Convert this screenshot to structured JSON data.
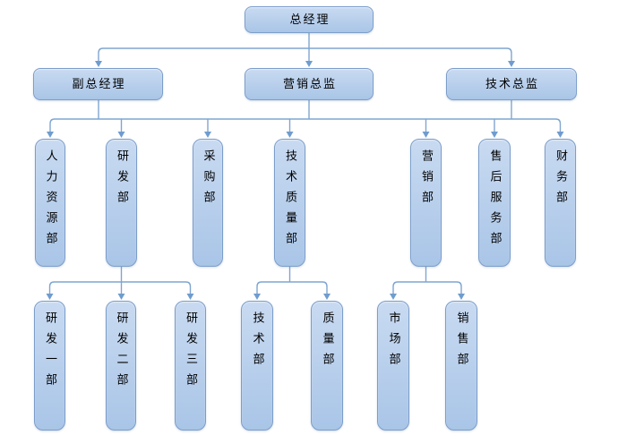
{
  "diagram": {
    "type": "org-chart",
    "background": "#ffffff",
    "colors": {
      "node_fill_top": "#c8daf1",
      "node_fill_bottom": "#a9c5e7",
      "node_border": "#7b9dca",
      "connector": "#7fa5d0",
      "arrow": "#6f9ccf",
      "text": "#000000"
    }
  },
  "nodes": {
    "general_manager": "总经理",
    "deputy_general_manager": "副总经理",
    "marketing_director": "营销总监",
    "technical_director": "技术总监",
    "hr_department": "人力资源部",
    "rd_department": "研发部",
    "purchasing_department": "采购部",
    "tech_quality_department": "技术质量部",
    "marketing_department": "营销部",
    "after_sales_department": "售后服务部",
    "finance_department": "财务部",
    "rd_dept_1": "研发一部",
    "rd_dept_2": "研发二部",
    "rd_dept_3": "研发三部",
    "technical_department": "技术部",
    "quality_department": "质量部",
    "market_department": "市场部",
    "sales_department": "销售部"
  },
  "connections": [
    {
      "parents": [
        "general_manager"
      ],
      "children": [
        "deputy_general_manager",
        "marketing_director",
        "technical_director"
      ]
    },
    {
      "parents": [
        "deputy_general_manager",
        "marketing_director",
        "technical_director"
      ],
      "children": [
        "hr_department",
        "rd_department",
        "purchasing_department",
        "tech_quality_department",
        "marketing_department",
        "after_sales_department",
        "finance_department"
      ],
      "shared_bus": true
    },
    {
      "parents": [
        "rd_department"
      ],
      "children": [
        "rd_dept_1",
        "rd_dept_2",
        "rd_dept_3"
      ]
    },
    {
      "parents": [
        "tech_quality_department"
      ],
      "children": [
        "technical_department",
        "quality_department"
      ]
    },
    {
      "parents": [
        "marketing_department"
      ],
      "children": [
        "market_department",
        "sales_department"
      ]
    }
  ]
}
